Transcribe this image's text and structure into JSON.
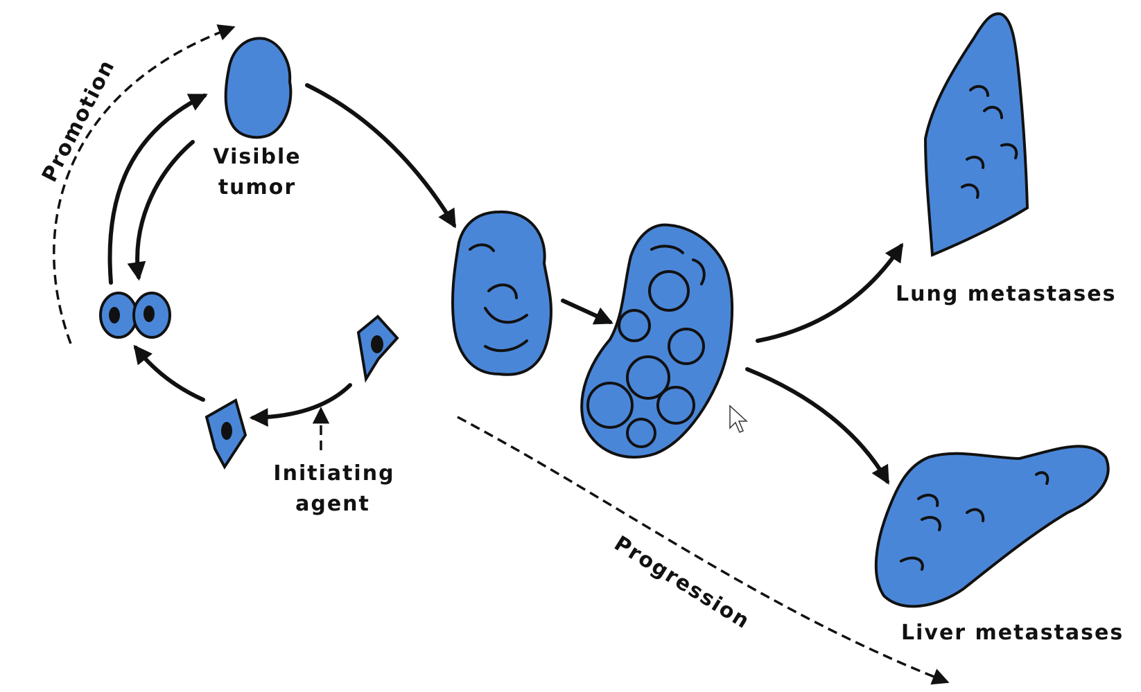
{
  "colors": {
    "cell_fill": "#4a86d8",
    "outline": "#111111",
    "background": "#ffffff"
  },
  "labels": {
    "promotion": "Promotion",
    "visible_tumor_line1": "Visible",
    "visible_tumor_line2": "tumor",
    "initiating_agent_line1": "Initiating",
    "initiating_agent_line2": "agent",
    "progression": "Progression",
    "lung_metastases": "Lung metastases",
    "liver_metastases": "Liver metastases"
  },
  "icons": [
    "cursor-pointer-icon"
  ]
}
